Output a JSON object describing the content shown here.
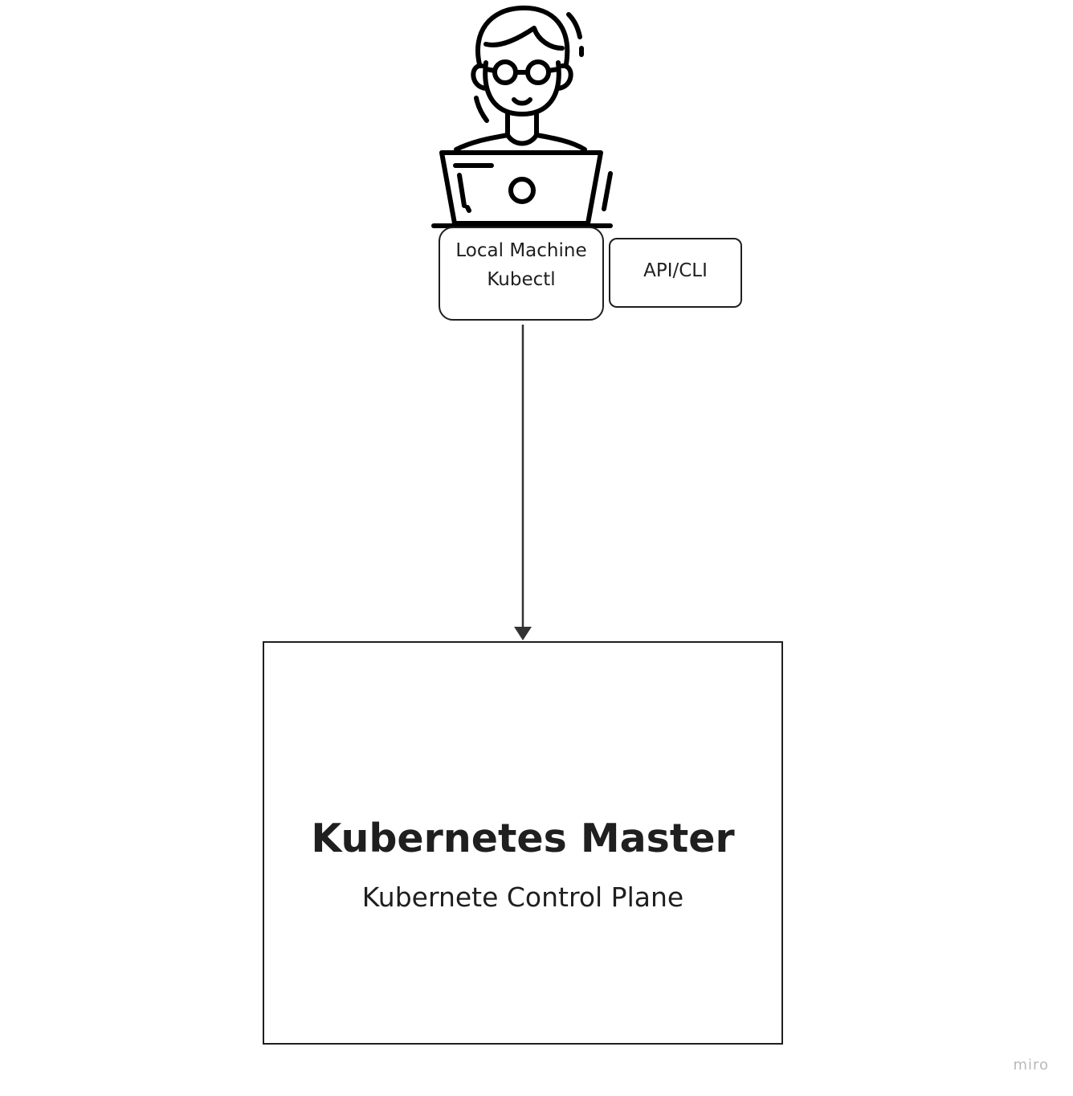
{
  "diagram": {
    "nodes": {
      "local_machine": {
        "line1": "Local Machine",
        "line2": "Kubectl"
      },
      "api_cli": {
        "label": "API/CLI"
      },
      "master": {
        "title": "Kubernetes Master",
        "subtitle": "Kubernete Control Plane"
      }
    },
    "edges": [
      {
        "from": "local_machine",
        "to": "master",
        "arrow": "end"
      }
    ],
    "icons": {
      "developer": "developer-at-laptop-icon"
    }
  },
  "watermark": "miro",
  "colors": {
    "stroke": "#1f1f1f",
    "watermark": "#b9b9b9",
    "background": "#ffffff"
  }
}
